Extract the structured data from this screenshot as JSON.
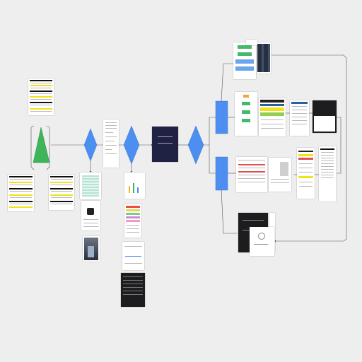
{
  "decision_nodes": [
    {
      "id": "d1",
      "label": ""
    },
    {
      "id": "d2",
      "label": ""
    },
    {
      "id": "d3",
      "label": ""
    }
  ],
  "process_nodes": [
    {
      "id": "p1",
      "label": ""
    },
    {
      "id": "p2",
      "label": ""
    }
  ],
  "start_node": {
    "label": ""
  },
  "title_card": {
    "text": ""
  },
  "colors": {
    "canvas": "#eeeeef",
    "start_green": "#3fb55a",
    "node_blue": "#4c8ff0",
    "connector": "#555555",
    "title_card_bg": "#1f2242"
  }
}
